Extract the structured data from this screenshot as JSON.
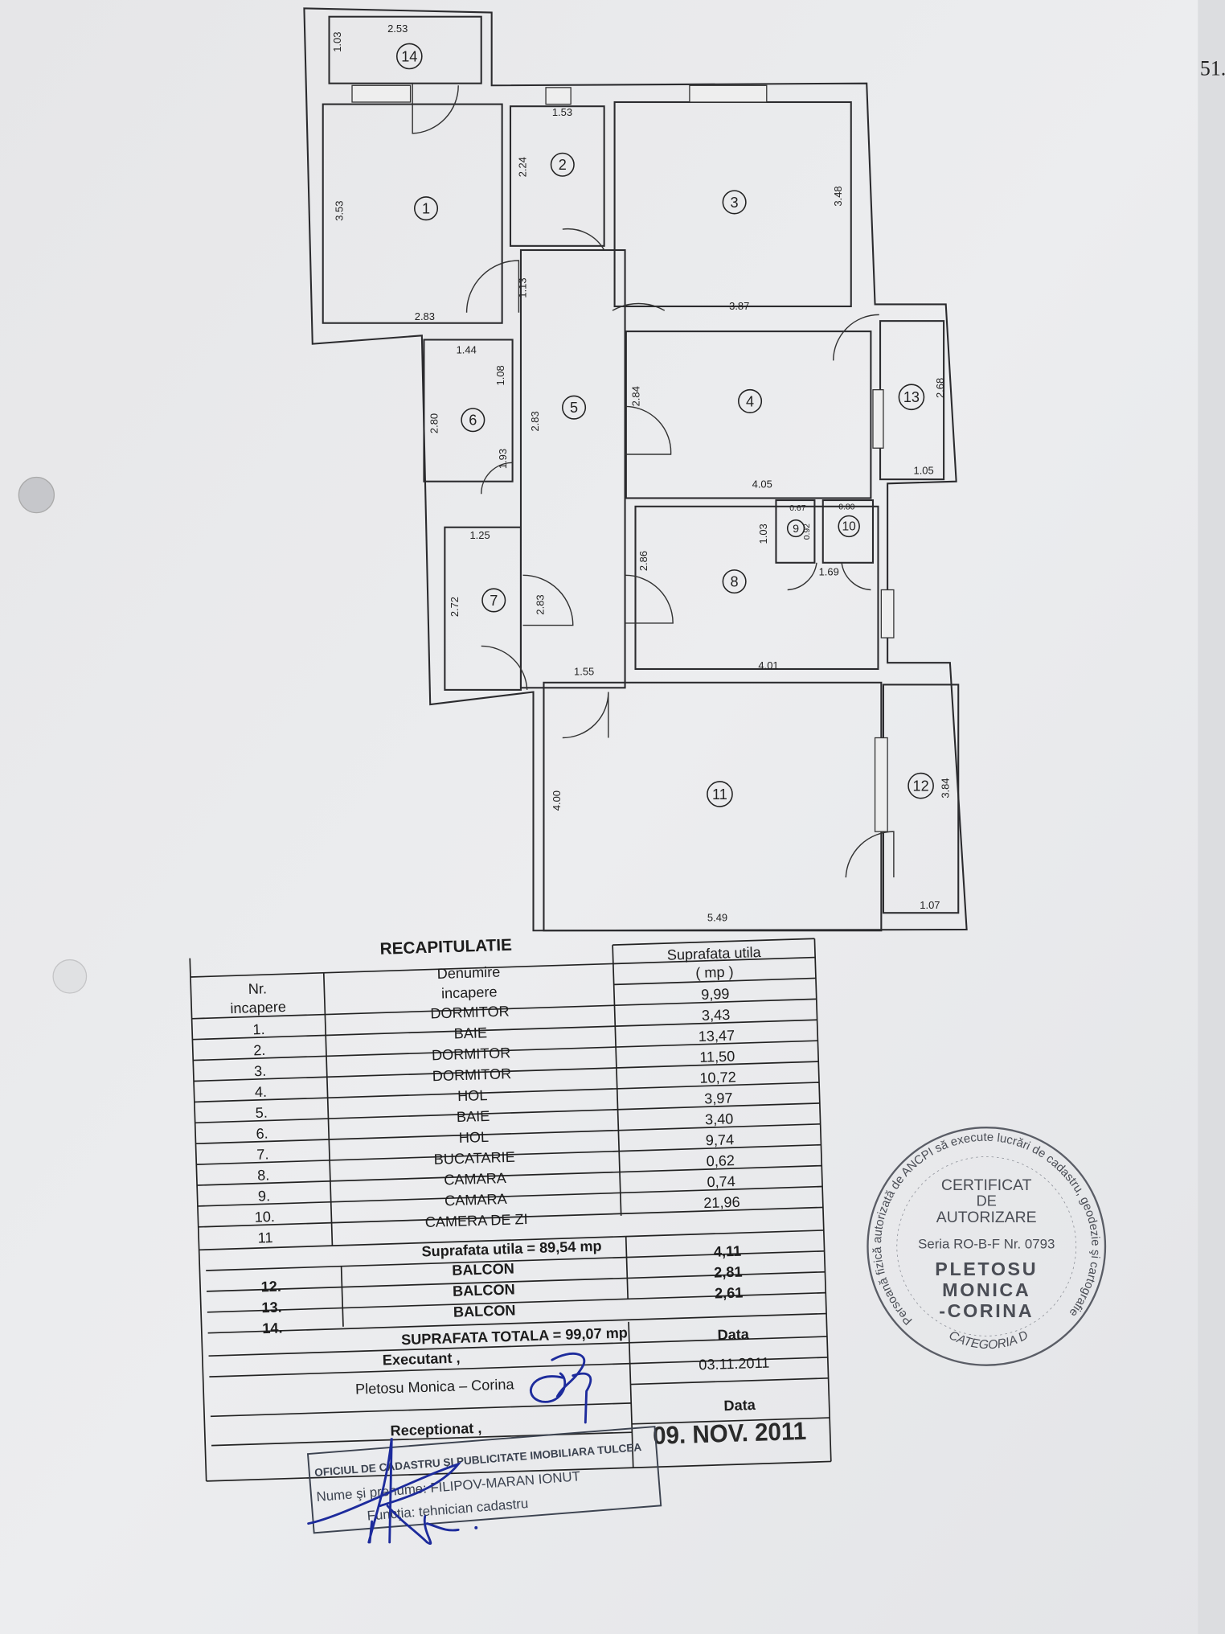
{
  "page_edge_number": "51.",
  "floor_plan": {
    "rooms": [
      "1",
      "2",
      "3",
      "4",
      "5",
      "6",
      "7",
      "8",
      "9",
      "10",
      "11",
      "12",
      "13",
      "14"
    ],
    "dimensions": {
      "r14_w": "2.53",
      "r14_h": "1.03",
      "r1_h": "3.53",
      "r1_w": "2.83",
      "r2_w": "1.53",
      "r2_h": "2.24",
      "r3_h": "3.48",
      "r3_w": "3.87",
      "hall_a": "1.13",
      "r6_w": "1.44",
      "r6_h1": "1.08",
      "r6_h": "2.80",
      "hall_b": "2.83",
      "r6_d": "1.93",
      "r4_h": "2.84",
      "r4_w": "4.05",
      "r13_h": "2.68",
      "r13_w": "1.05",
      "r9_w": "0.67",
      "r9_h": "0.92",
      "r10_w": "0.80",
      "r8_h1": "1.03",
      "r9_10_w": "1.69",
      "r8_h": "2.86",
      "r8_w": "4.01",
      "r7_w": "1.25",
      "r7_h": "2.72",
      "hall_c": "2.83",
      "hall_w": "1.55",
      "r11_h": "4.00",
      "r11_w": "5.49",
      "r12_h": "3.84",
      "r12_w": "1.07"
    }
  },
  "summary": {
    "title": "RECAPITULATIE",
    "headers": {
      "nr": [
        "Nr.",
        "incapere"
      ],
      "name": [
        "Denumire",
        "incapere"
      ],
      "area": [
        "Suprafata utila",
        "( mp )"
      ]
    },
    "rows": [
      {
        "nr": "1.",
        "name": "DORMITOR",
        "area": "9,99"
      },
      {
        "nr": "2.",
        "name": "BAIE",
        "area": "3,43"
      },
      {
        "nr": "3.",
        "name": "DORMITOR",
        "area": "13,47"
      },
      {
        "nr": "4.",
        "name": "DORMITOR",
        "area": "11,50"
      },
      {
        "nr": "5.",
        "name": "HOL",
        "area": "10,72"
      },
      {
        "nr": "6.",
        "name": "BAIE",
        "area": "3,97"
      },
      {
        "nr": "7.",
        "name": "HOL",
        "area": "3,40"
      },
      {
        "nr": "8.",
        "name": "BUCATARIE",
        "area": "9,74"
      },
      {
        "nr": "9.",
        "name": "CAMARA",
        "area": "0,62"
      },
      {
        "nr": "10.",
        "name": "CAMARA",
        "area": "0,74"
      },
      {
        "nr": "11",
        "name": "CAMERA DE ZI",
        "area": "21,96"
      }
    ],
    "useful_total": "Suprafata utila  = 89,54  mp",
    "balconies": [
      {
        "nr": "12.",
        "name": "BALCON",
        "area": "4,11"
      },
      {
        "nr": "13.",
        "name": "BALCON",
        "area": "2,81"
      },
      {
        "nr": "14.",
        "name": "BALCON",
        "area": "2,61"
      }
    ],
    "grand_total": "SUPRAFATA  TOTALA = 99,07 mp",
    "executant_label": "Executant ,",
    "executant_name": "Pletosu Monica – Corina",
    "date_label": "Data",
    "executant_date": "03.11.2011",
    "receptionat_label": "Receptionat ,",
    "receptionat_date_label": "Data",
    "receptionat_date": "09. NOV. 2011"
  },
  "office_stamp": {
    "line1": "OFICIUL DE CADASTRU ŞI PUBLICITATE IMOBILIARA TULCEA",
    "line2": "Nume şi prenume: FILIPOV-MARAN IONUT",
    "line3": "Funcţia: tehnician cadastru"
  },
  "certificate_stamp": {
    "ring_text": "Persoană fizică autorizată de ANCPI să execute lucrări de cadastru, geodezie şi cartografie",
    "line1": "CERTIFICAT",
    "line2": "DE",
    "line3": "AUTORIZARE",
    "line4": "Seria RO-B-F Nr. 0793",
    "line5": "PLETOSU",
    "line6": "MONICA",
    "line7": "-CORINA",
    "category": "CATEGORIA D"
  },
  "colors": {
    "paper": "#e9eaec",
    "ink": "#222222",
    "signature": "#1d2b9c"
  }
}
